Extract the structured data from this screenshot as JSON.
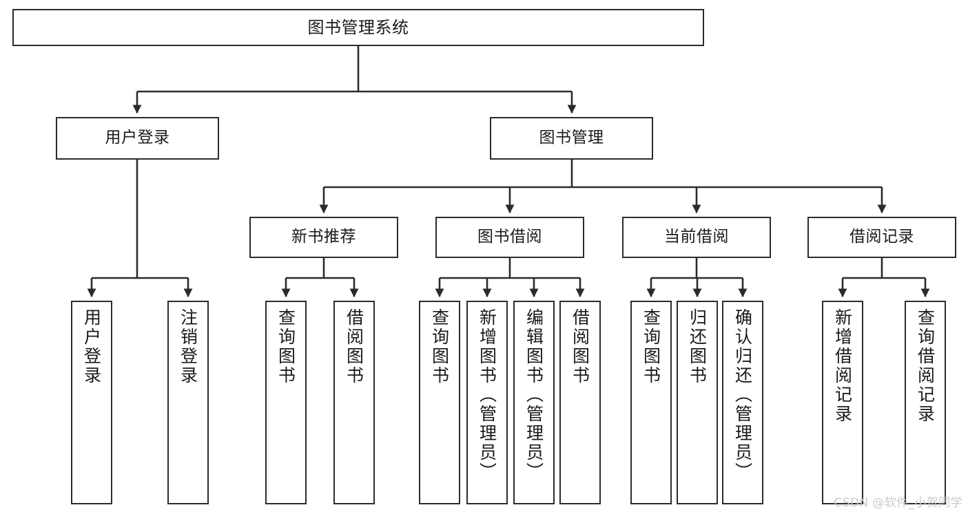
{
  "diagram": {
    "title": "图书管理系统",
    "type": "功能结构图",
    "line_color": "#2b2b2b",
    "box_fill": "#ffffff",
    "text_color": "#1a1a1a"
  },
  "root": {
    "label": "图书管理系统"
  },
  "level1": [
    {
      "label": "用户登录"
    },
    {
      "label": "图书管理"
    }
  ],
  "level2": [
    {
      "label": "新书推荐"
    },
    {
      "label": "图书借阅"
    },
    {
      "label": "当前借阅"
    },
    {
      "label": "借阅记录"
    }
  ],
  "leaves": {
    "user_login": [
      {
        "label": "用户登录"
      },
      {
        "label": "注销登录"
      }
    ],
    "new_book_recommend": [
      {
        "label": "查询图书"
      },
      {
        "label": "借阅图书"
      }
    ],
    "book_borrow": [
      {
        "label": "查询图书"
      },
      {
        "label": "新增图书（管理员）"
      },
      {
        "label": "编辑图书（管理员）"
      },
      {
        "label": "借阅图书"
      }
    ],
    "current_borrow": [
      {
        "label": "查询图书"
      },
      {
        "label": "归还图书"
      },
      {
        "label": "确认归还（管理员）"
      }
    ],
    "borrow_records": [
      {
        "label": "新增借阅记录"
      },
      {
        "label": "查询借阅记录"
      }
    ]
  },
  "watermark": {
    "text": "CSDN @软件_小贺同学",
    "color": "#c9c9c9"
  }
}
